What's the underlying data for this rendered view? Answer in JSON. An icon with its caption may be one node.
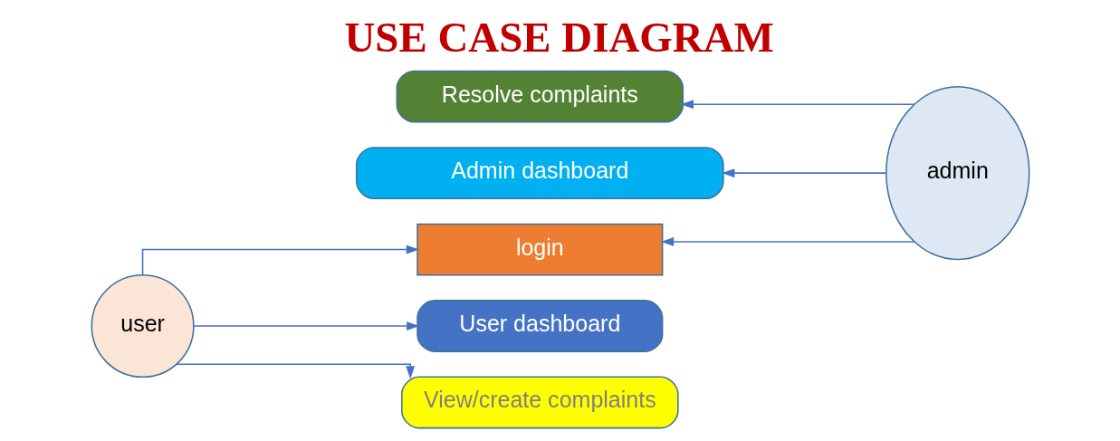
{
  "diagram": {
    "title": "USE CASE DIAGRAM",
    "nodes": [
      {
        "text": [
          "login"
        ]
      },
      {
        "text": [
          "User dashboard"
        ]
      },
      {
        "text": [
          "View/create complaints"
        ]
      },
      {
        "text": [
          "Resolve complaints"
        ]
      },
      {
        "text": [
          "Admin dashboard"
        ]
      },
      {
        "text": [
          "user"
        ]
      },
      {
        "text": [
          "admin"
        ]
      }
    ],
    "edges": [
      {
        "from": 5,
        "to": 0,
        "arrow": "to"
      },
      {
        "from": 5,
        "to": 1,
        "arrow": "to"
      },
      {
        "from": 5,
        "to": 2,
        "arrow": "to"
      },
      {
        "from": 6,
        "to": 0,
        "arrow": "to"
      },
      {
        "from": 6,
        "to": 3,
        "arrow": "to"
      },
      {
        "from": 6,
        "to": 4,
        "arrow": "to"
      }
    ]
  }
}
